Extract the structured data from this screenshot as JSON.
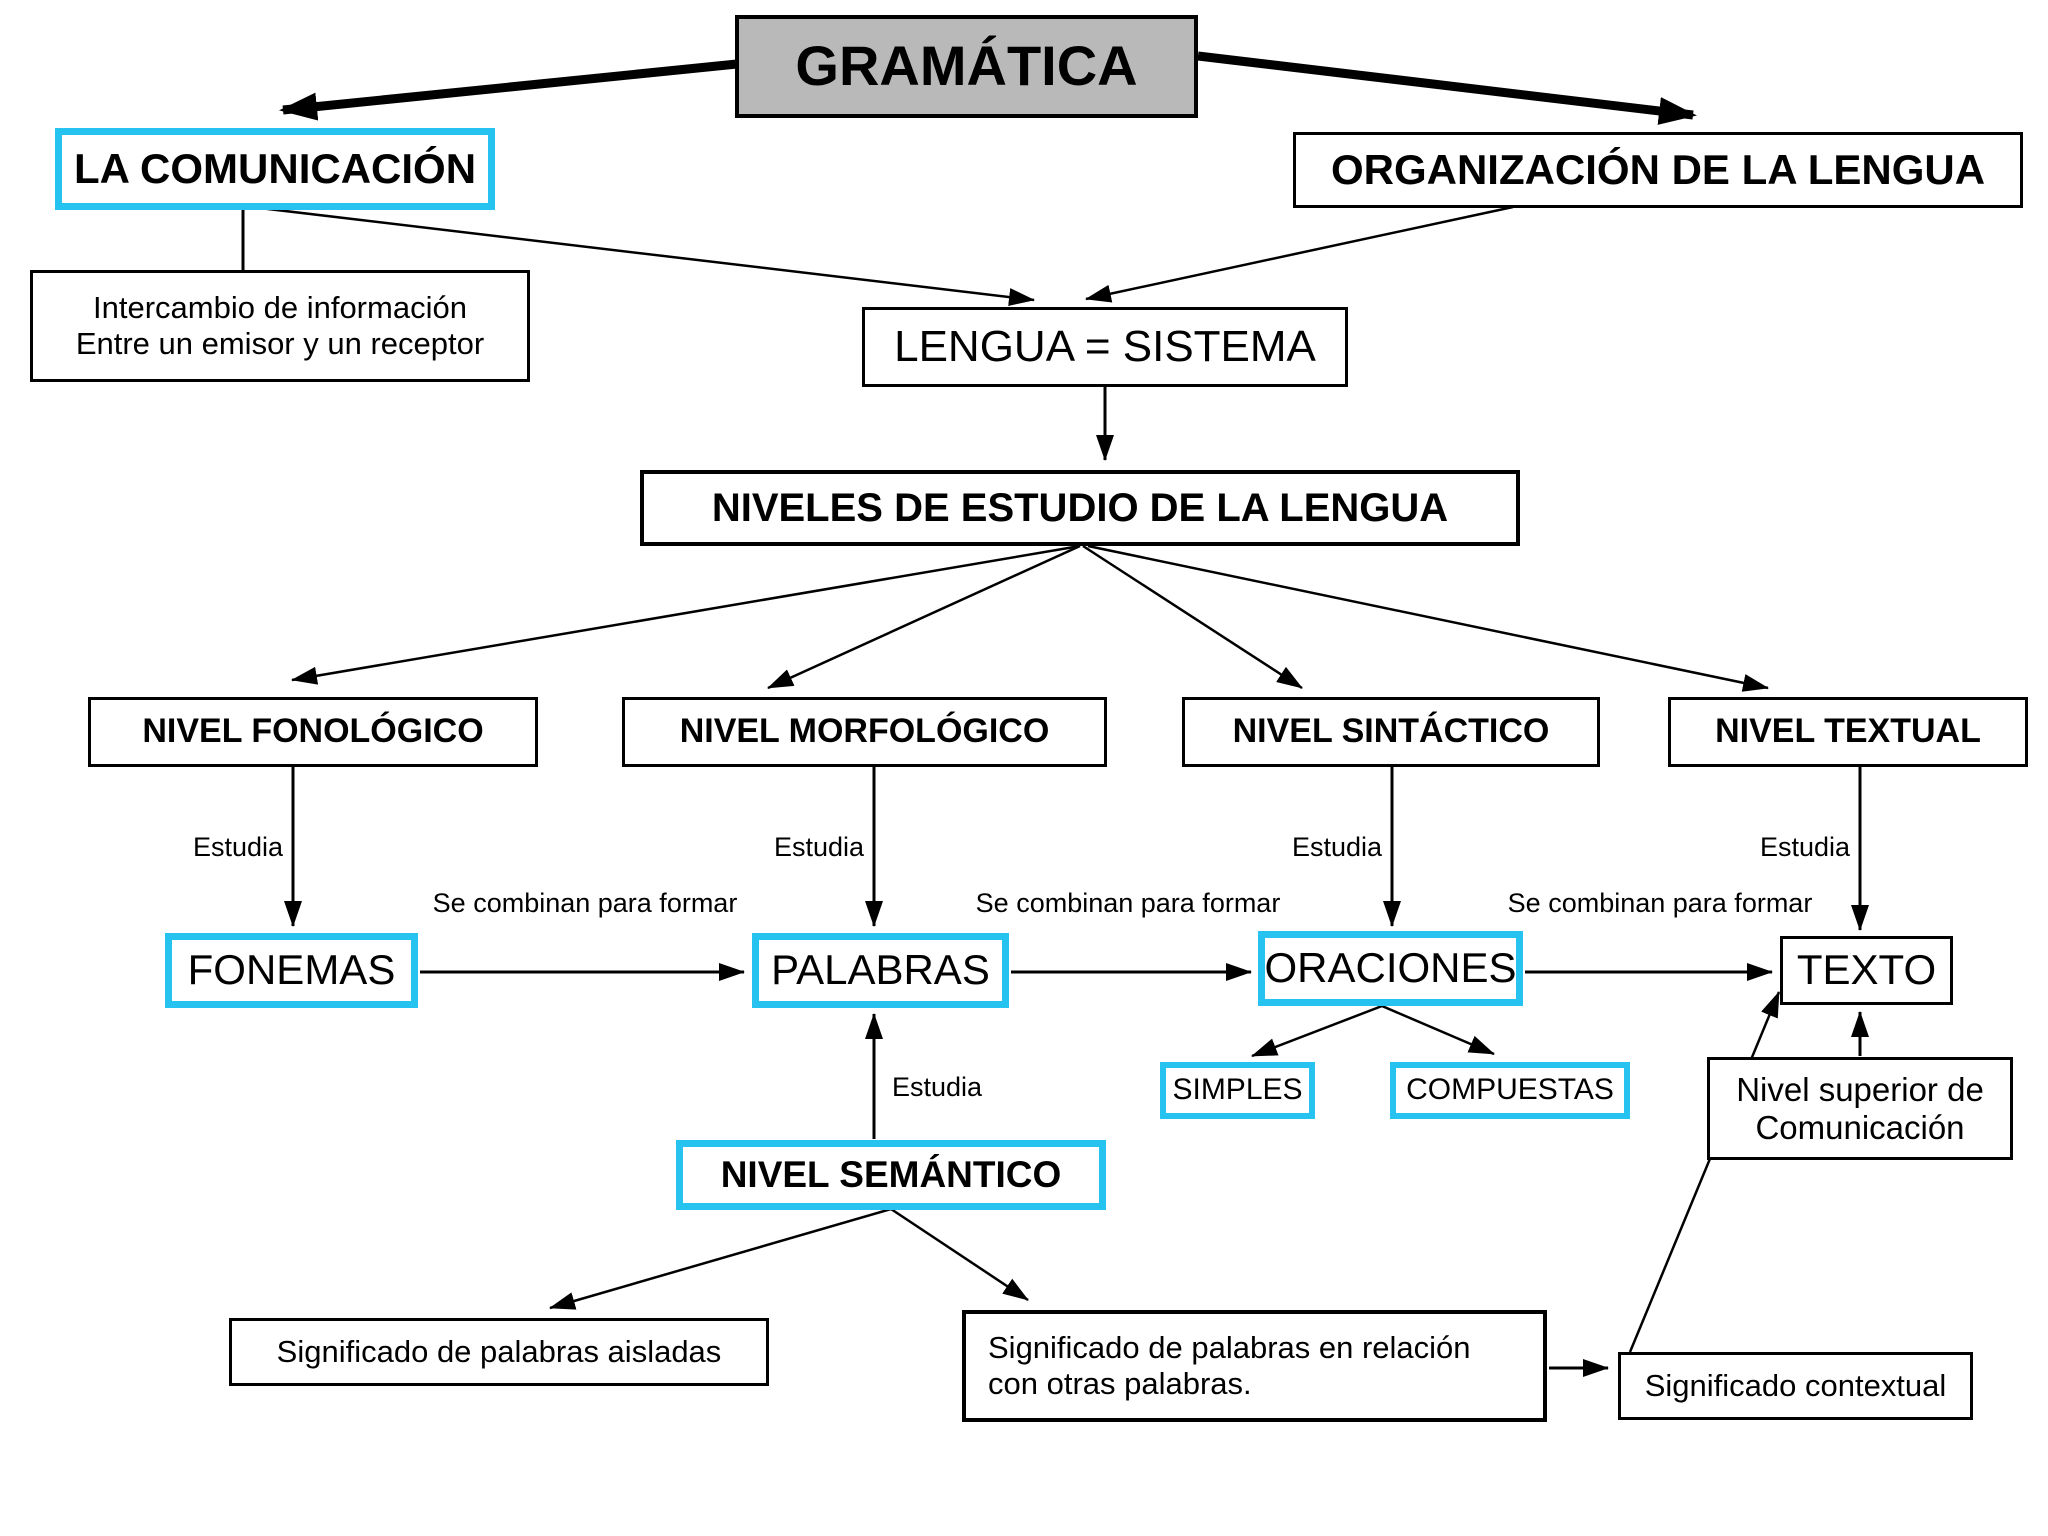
{
  "title": "GRAMÁTICA",
  "colors": {
    "accent_cyan": "#26C3F1",
    "title_gray": "#B9B9B9",
    "line_black": "#000000"
  },
  "nodes": {
    "gramatica": "GRAMÁTICA",
    "comunicacion": "LA COMUNICACIÓN",
    "organizacion": "ORGANIZACIÓN DE LA LENGUA",
    "intercambio_line1": "Intercambio de información",
    "intercambio_line2": "Entre un emisor y un receptor",
    "lengua_sistema": "LENGUA = SISTEMA",
    "niveles": "NIVELES DE ESTUDIO DE LA LENGUA",
    "nivel_fonologico": "NIVEL FONOLÓGICO",
    "nivel_morfologico": "NIVEL MORFOLÓGICO",
    "nivel_sintactico": "NIVEL SINTÁCTICO",
    "nivel_textual": "NIVEL TEXTUAL",
    "fonemas": "FONEMAS",
    "palabras": "PALABRAS",
    "oraciones": "ORACIONES",
    "texto": "TEXTO",
    "simples": "SIMPLES",
    "compuestas": "COMPUESTAS",
    "nivel_semantico": "NIVEL SEMÁNTICO",
    "nivel_superior_line1": "Nivel superior de",
    "nivel_superior_line2": "Comunicación",
    "sig_aisladas": "Significado de palabras aisladas",
    "sig_relacion_line1": "Significado de palabras en relación",
    "sig_relacion_line2": "con otras palabras.",
    "sig_contextual": "Significado contextual"
  },
  "labels": {
    "estudia": "Estudia",
    "se_combinan": "Se combinan para formar"
  }
}
